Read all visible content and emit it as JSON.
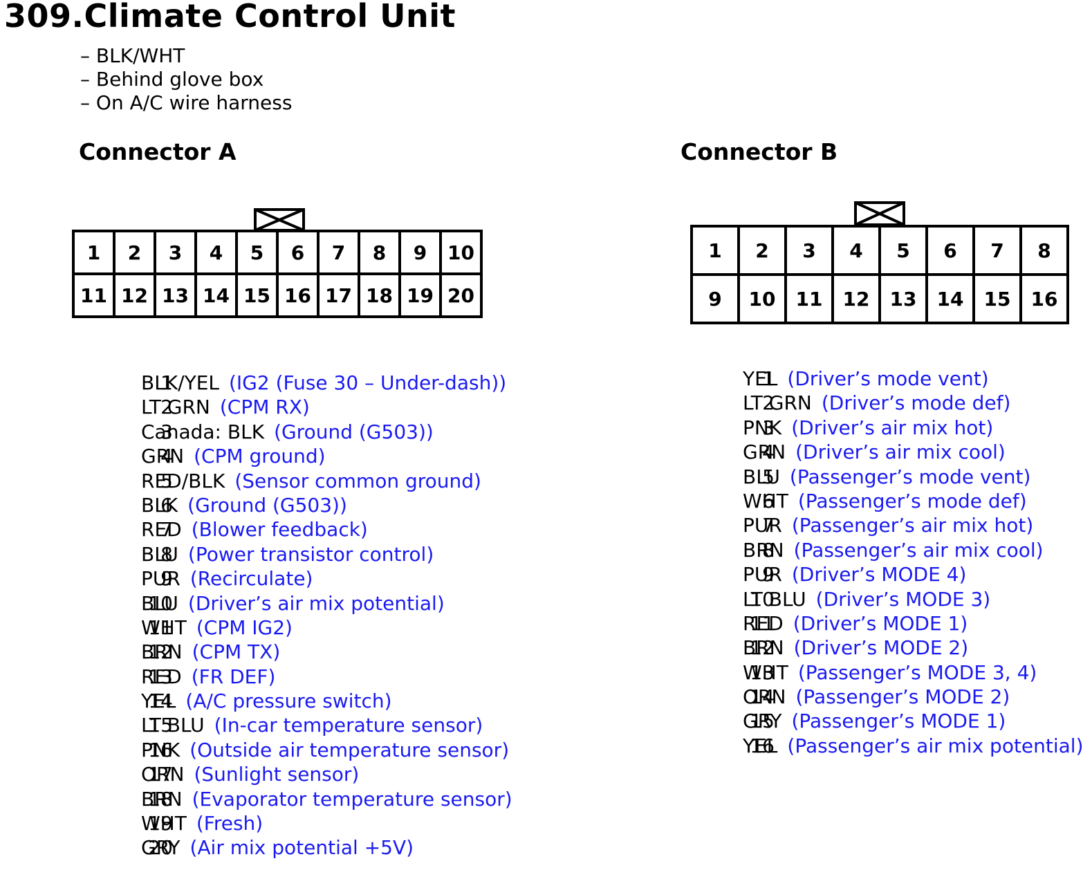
{
  "title": "309.Climate Control Unit",
  "notes": [
    "– BLK/WHT",
    "– Behind glove box",
    "– On A/C wire harness"
  ],
  "connector_a": {
    "title": "Connector A",
    "pins": [
      {
        "num": "1",
        "color": "BLK/YEL",
        "desc": "(IG2 (Fuse 30 – Under-dash))"
      },
      {
        "num": "2",
        "color": "LT GRN",
        "desc": "(CPM RX)"
      },
      {
        "num": "3",
        "color": "Canada: BLK",
        "desc": "(Ground (G503))"
      },
      {
        "num": "4",
        "color": "GRN",
        "desc": "(CPM ground)"
      },
      {
        "num": "5",
        "color": "RED/BLK",
        "desc": "(Sensor common ground)"
      },
      {
        "num": "6",
        "color": "BLK",
        "desc": "(Ground (G503))"
      },
      {
        "num": "7",
        "color": "RED",
        "desc": "(Blower feedback)"
      },
      {
        "num": "8",
        "color": "BLU",
        "desc": "(Power transistor control)"
      },
      {
        "num": "9",
        "color": "PUR",
        "desc": "(Recirculate)"
      },
      {
        "num": "10",
        "color": "BLU",
        "desc": "(Driver’s air mix potential)"
      },
      {
        "num": "11",
        "color": "WHT",
        "desc": "(CPM IG2)"
      },
      {
        "num": "12",
        "color": "BRN",
        "desc": "(CPM TX)"
      },
      {
        "num": "13",
        "color": "RED",
        "desc": "(FR DEF)"
      },
      {
        "num": "14",
        "color": "YEL",
        "desc": "(A/C pressure switch)"
      },
      {
        "num": "15",
        "color": "LT BLU",
        "desc": "(In-car temperature sensor)"
      },
      {
        "num": "16",
        "color": "PNK",
        "desc": "(Outside air temperature sensor)"
      },
      {
        "num": "17",
        "color": "ORN",
        "desc": "(Sunlight sensor)"
      },
      {
        "num": "18",
        "color": "BRN",
        "desc": "(Evaporator temperature sensor)"
      },
      {
        "num": "19",
        "color": "WHT",
        "desc": "(Fresh)"
      },
      {
        "num": "20",
        "color": "GRY",
        "desc": "(Air mix potential +5V)"
      }
    ]
  },
  "connector_b": {
    "title": "Connector B",
    "pins": [
      {
        "num": "1",
        "color": "YEL",
        "desc": "(Driver’s mode vent)"
      },
      {
        "num": "2",
        "color": "LT GRN",
        "desc": "(Driver’s mode def)"
      },
      {
        "num": "3",
        "color": "PNK",
        "desc": "(Driver’s air mix hot)"
      },
      {
        "num": "4",
        "color": "GRN",
        "desc": "(Driver’s air mix cool)"
      },
      {
        "num": "5",
        "color": "BLU",
        "desc": "(Passenger’s mode vent)"
      },
      {
        "num": "6",
        "color": "WHT",
        "desc": "(Passenger’s mode def)"
      },
      {
        "num": "7",
        "color": "PUR",
        "desc": "(Passenger’s air mix hot)"
      },
      {
        "num": "8",
        "color": "BRN",
        "desc": "(Passenger’s air mix cool)"
      },
      {
        "num": "9",
        "color": "PUR",
        "desc": "(Driver’s MODE 4)"
      },
      {
        "num": "10",
        "color": "LT BLU",
        "desc": "(Driver’s MODE 3)"
      },
      {
        "num": "11",
        "color": "RED",
        "desc": "(Driver’s MODE 1)"
      },
      {
        "num": "12",
        "color": "BRN",
        "desc": "(Driver’s MODE 2)"
      },
      {
        "num": "13",
        "color": "WHT",
        "desc": "(Passenger’s MODE 3, 4)"
      },
      {
        "num": "14",
        "color": "ORN",
        "desc": "(Passenger’s MODE 2)"
      },
      {
        "num": "15",
        "color": "GRY",
        "desc": "(Passenger’s MODE 1)"
      },
      {
        "num": "16",
        "color": "YEL",
        "desc": "(Passenger’s air mix potential)"
      }
    ]
  },
  "colors": {
    "text": "#000000",
    "description": "#1a1af0",
    "background": "#ffffff"
  }
}
